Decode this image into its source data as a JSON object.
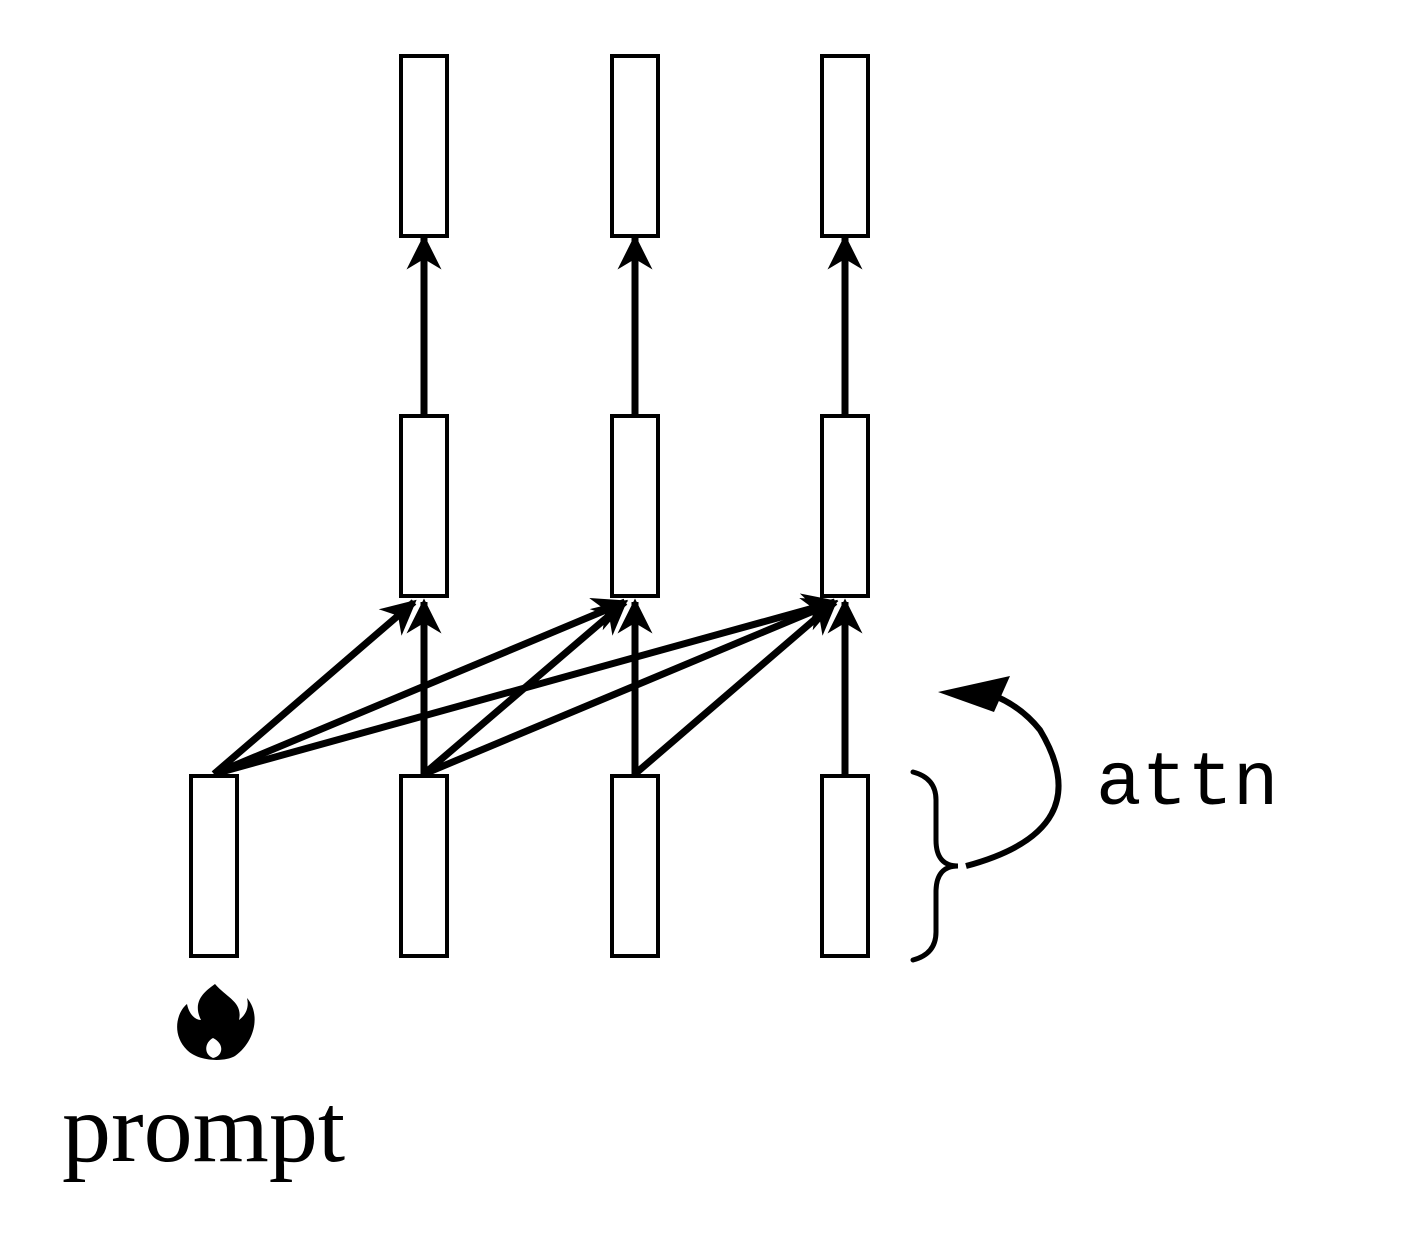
{
  "diagram": {
    "input_label": "prompt",
    "operation_label": "attn",
    "icons": {
      "prompt_marker": "fire-icon"
    },
    "layers": {
      "input_token_count": 4,
      "hidden_token_count": 3,
      "output_token_count": 3
    },
    "colors": {
      "stroke": "#000000",
      "fill": "#ffffff"
    }
  }
}
